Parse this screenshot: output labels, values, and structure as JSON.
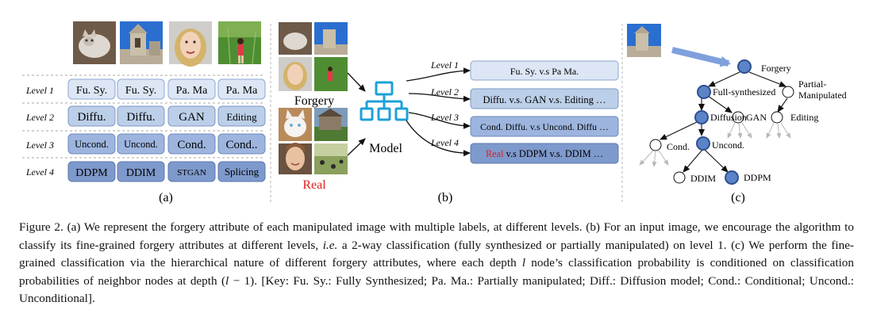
{
  "panel_a": {
    "levels": [
      {
        "name": "Level 1",
        "labels": [
          "Fu. Sy.",
          "Fu. Sy.",
          "Pa. Ma",
          "Pa. Ma"
        ]
      },
      {
        "name": "Level 2",
        "labels": [
          "Diffu.",
          "Diffu.",
          "GAN",
          "Editing"
        ]
      },
      {
        "name": "Level 3",
        "labels": [
          "Uncond.",
          "Uncond.",
          "Cond.",
          "Cond.."
        ]
      },
      {
        "name": "Level 4",
        "labels": [
          "DDPM",
          "DDIM",
          "STGAN",
          "Splicing"
        ]
      }
    ],
    "label": "(a)",
    "images": [
      "cat photo",
      "church photo",
      "woman face photo",
      "girl in grass photo"
    ]
  },
  "panel_b": {
    "forgery_label": "Forgery",
    "real_label": "Real",
    "model_label": "Model",
    "outputs": [
      {
        "level": "Level 1",
        "prefix": "",
        "text": "Fu. Sy. v.s Pa Ma."
      },
      {
        "level": "Level 2",
        "prefix": "",
        "text": "Diffu. v.s. GAN v.s. Editing …"
      },
      {
        "level": "Level 3",
        "prefix": "",
        "text": "Cond. Diffu. v.s Uncond. Diffu …"
      },
      {
        "level": "Level 4",
        "prefix": "Real",
        "text": " v.s DDPM v.s. DDIM …"
      }
    ],
    "label": "(b)"
  },
  "panel_c": {
    "nodes": {
      "root": "Forgery",
      "full": "Full-synthesized",
      "partial_1": "Partial-",
      "partial_2": "Manipulated",
      "diffusion": "Diffusion",
      "gan": "GAN",
      "editing": "Editing",
      "cond": "Cond.",
      "uncond": "Uncond.",
      "ddim": "DDIM",
      "ddpm": "DDPM"
    },
    "label": "(c)"
  },
  "caption": {
    "part1": "Figure 2. (a) We represent the forgery attribute of each manipulated image with multiple labels, at different levels. (b) For an input image, we encourage the algorithm to classify its fine-grained forgery attributes at different levels, ",
    "ie": "i.e.",
    "part2": " a 2-way classification (fully synthesized or partially manipulated) on level 1. (c) We perform the fine-grained classification via the hierarchical nature of different forgery attributes, where each depth ",
    "l": "l",
    "part3": " node’s classification probability is conditioned on classification probabilities of neighbor nodes at depth (",
    "l2": "l",
    "part4": " − 1). [Key: Fu. Sy.: Fully Synthesized; Pa. Ma.: Partially manipulated; Diff.: Diffusion model; Cond.: Conditional; Uncond.: Unconditional]."
  },
  "colors": {
    "level1_fill": "#dce6f5",
    "level2_fill": "#bccfe8",
    "level3_fill": "#9db5de",
    "level4_fill": "#7e99cc",
    "tree_node_highlight": "#5b84c8",
    "arrow_blue": "#7fa0dc",
    "real_red": "#e02020",
    "model_icon": "#1ea0d8"
  }
}
